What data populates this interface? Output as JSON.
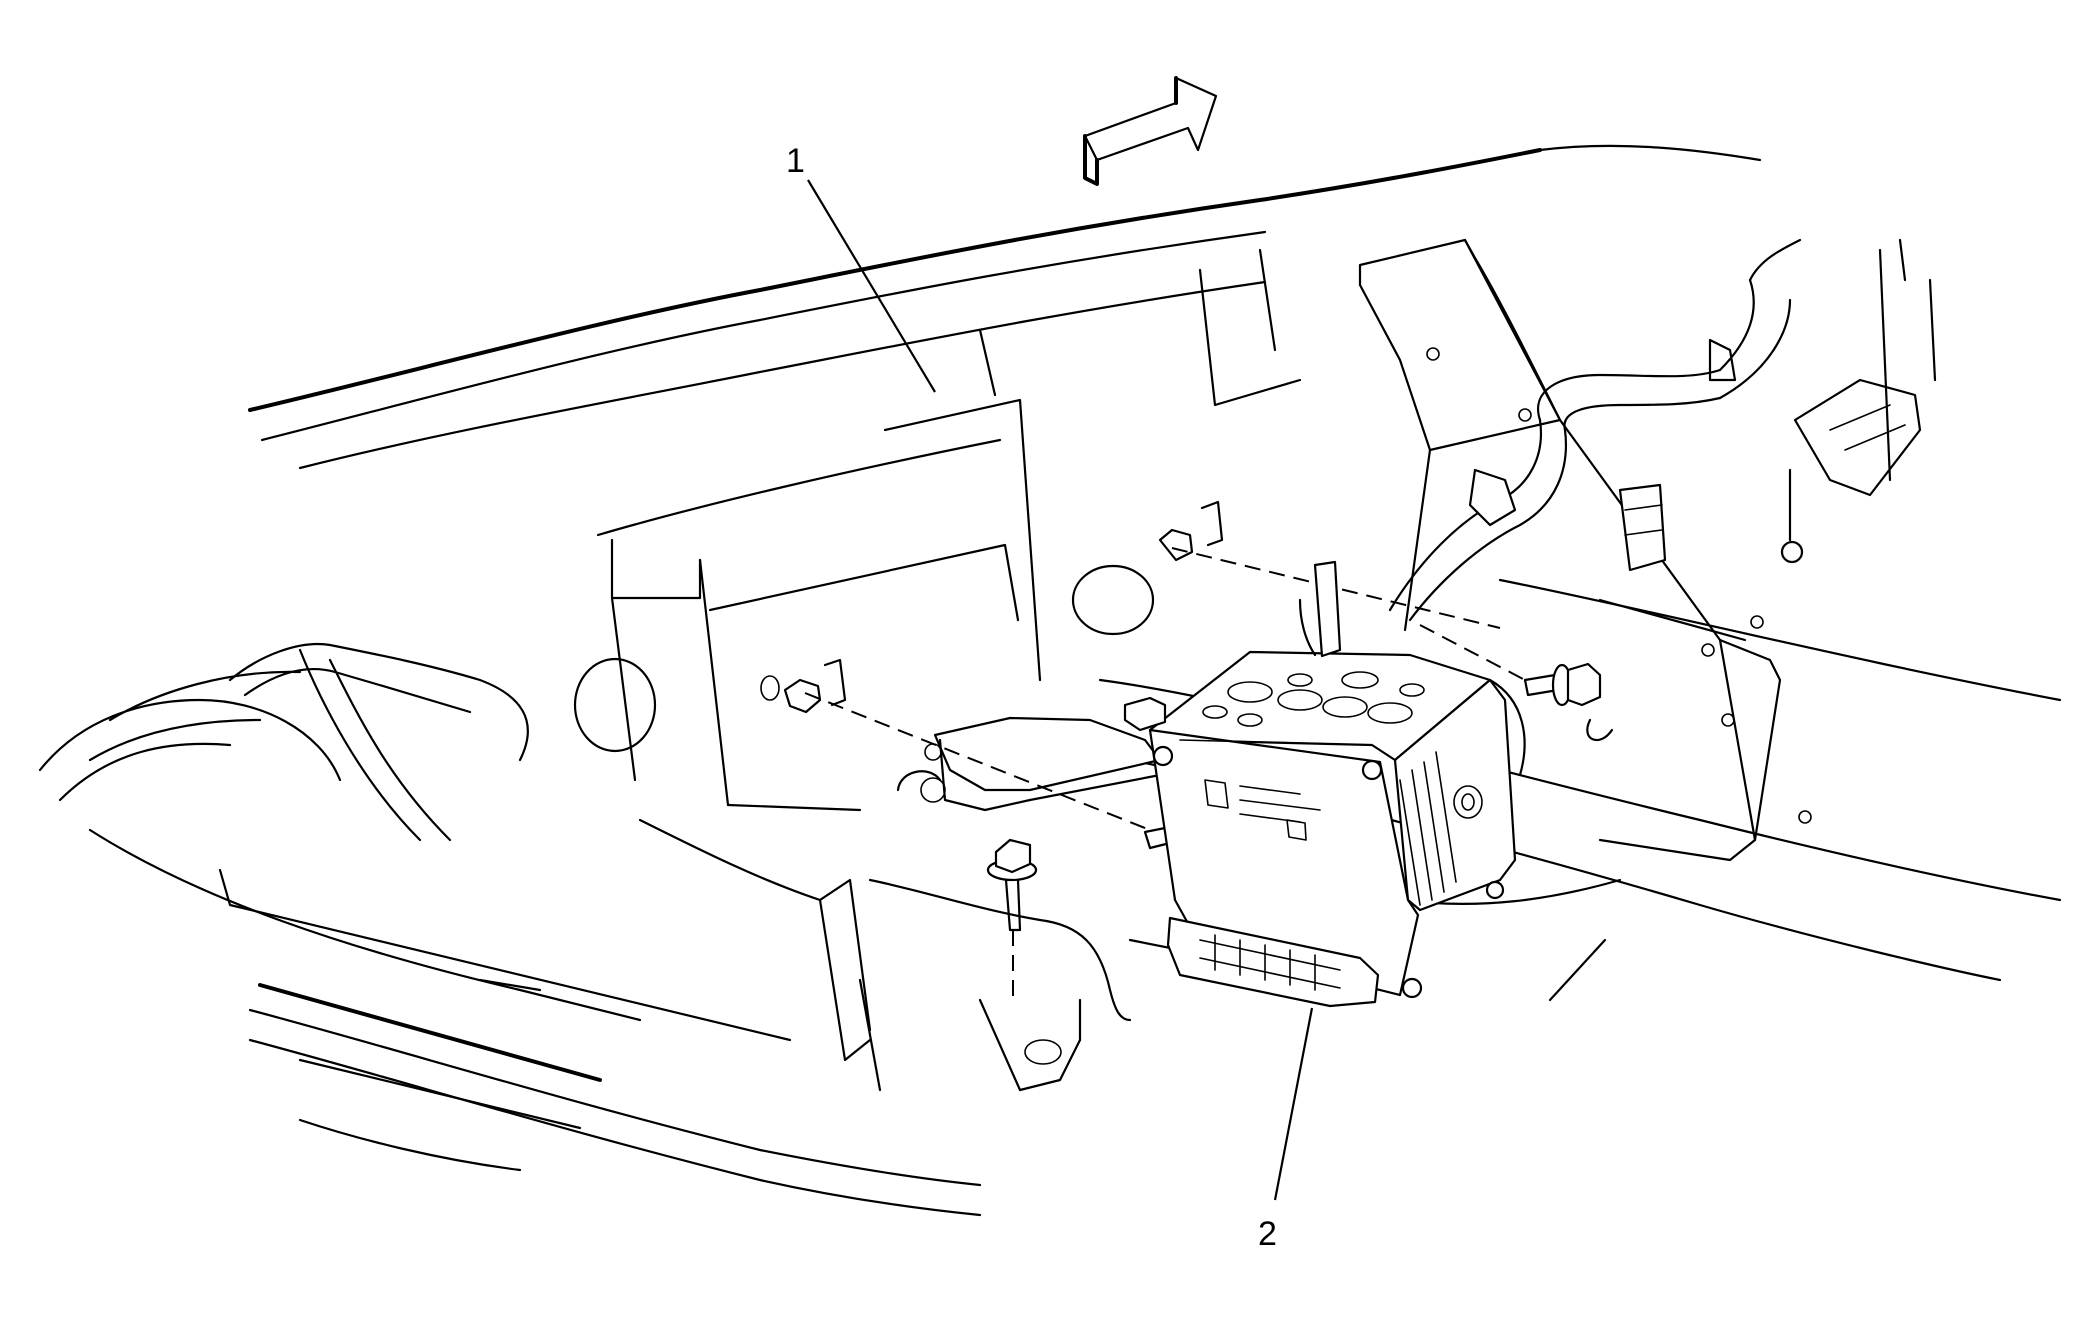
{
  "callouts": [
    {
      "id": "callout-1",
      "label": "1"
    },
    {
      "id": "callout-2",
      "label": "2"
    }
  ],
  "colors": {
    "line": "#000000",
    "background": "#ffffff"
  }
}
